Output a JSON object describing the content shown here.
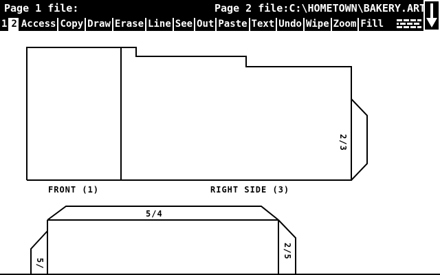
{
  "titlebar": {
    "page1_label": "Page 1 file:",
    "page2_label": "Page 2 file:C:\\HOMETOWN\\BAKERY.ART"
  },
  "menu": {
    "items": [
      "1",
      "2",
      "Access",
      "Copy",
      "Draw",
      "Erase",
      "Line",
      "See",
      "Out",
      "Paste",
      "Text",
      "Undo",
      "Wipe",
      "Zoom",
      "Fill"
    ],
    "selected_index": 1
  },
  "icons": {
    "brick_wall": "brick-wall-icon",
    "scroll_down": "down-arrow-icon"
  },
  "drawing": {
    "front_label": "FRONT (1)",
    "right_side_label": "RIGHT SIDE (3)",
    "tab_right_label": "2/3",
    "top_tab_label": "5/4",
    "left_tab_label": "5/",
    "right_tab2_label": "2/5"
  },
  "colors": {
    "foreground": "#000000",
    "background": "#ffffff"
  }
}
